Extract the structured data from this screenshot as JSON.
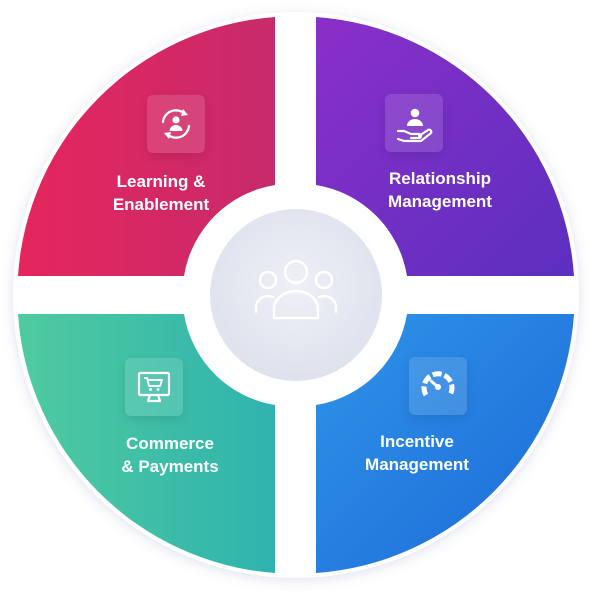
{
  "segments": [
    {
      "id": "learning",
      "lines": [
        "Learning &",
        "Enablement"
      ],
      "icon": "person-refresh-icon",
      "gradient": [
        "#e5265d",
        "#c72a6b"
      ]
    },
    {
      "id": "relationship",
      "lines": [
        "Relationship",
        "Management"
      ],
      "icon": "hand-person-icon",
      "gradient": [
        "#8b2fc9",
        "#6a2ab8"
      ]
    },
    {
      "id": "commerce",
      "lines": [
        "Commerce",
        "& Payments"
      ],
      "icon": "cart-monitor-icon",
      "gradient": [
        "#48c9a1",
        "#2fb5ae"
      ]
    },
    {
      "id": "incentive",
      "lines": [
        "Incentive",
        "Management"
      ],
      "icon": "gauge-icon",
      "gradient": [
        "#2c8ce6",
        "#1f6ed9"
      ]
    }
  ],
  "center": {
    "icon": "people-group-icon"
  }
}
